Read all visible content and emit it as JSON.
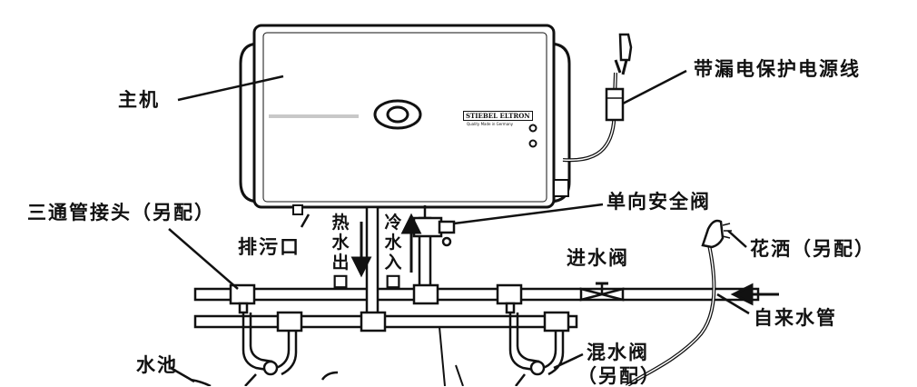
{
  "labels": {
    "main_unit": "主机",
    "power_cord": "带漏电保护电源线",
    "tee_joint": "三通管接头（另配）",
    "check_valve": "单向安全阀",
    "drain_outlet": "排污口",
    "hot_water_outlet": "热水出口",
    "cold_water_inlet": "冷水入口",
    "inlet_valve": "进水阀",
    "shower": "花洒（另配）",
    "tap_water_pipe": "自来水管",
    "sink": "水池",
    "mixing_valve": "混水阀",
    "mixing_valve_note": "（另配）"
  },
  "brand": {
    "name": "STIEBEL ELTRON",
    "tagline": "Quality Made in Germany"
  },
  "colors": {
    "ink": "#111111",
    "panel_stripe": "#c8c8c8",
    "background": "#ffffff"
  }
}
